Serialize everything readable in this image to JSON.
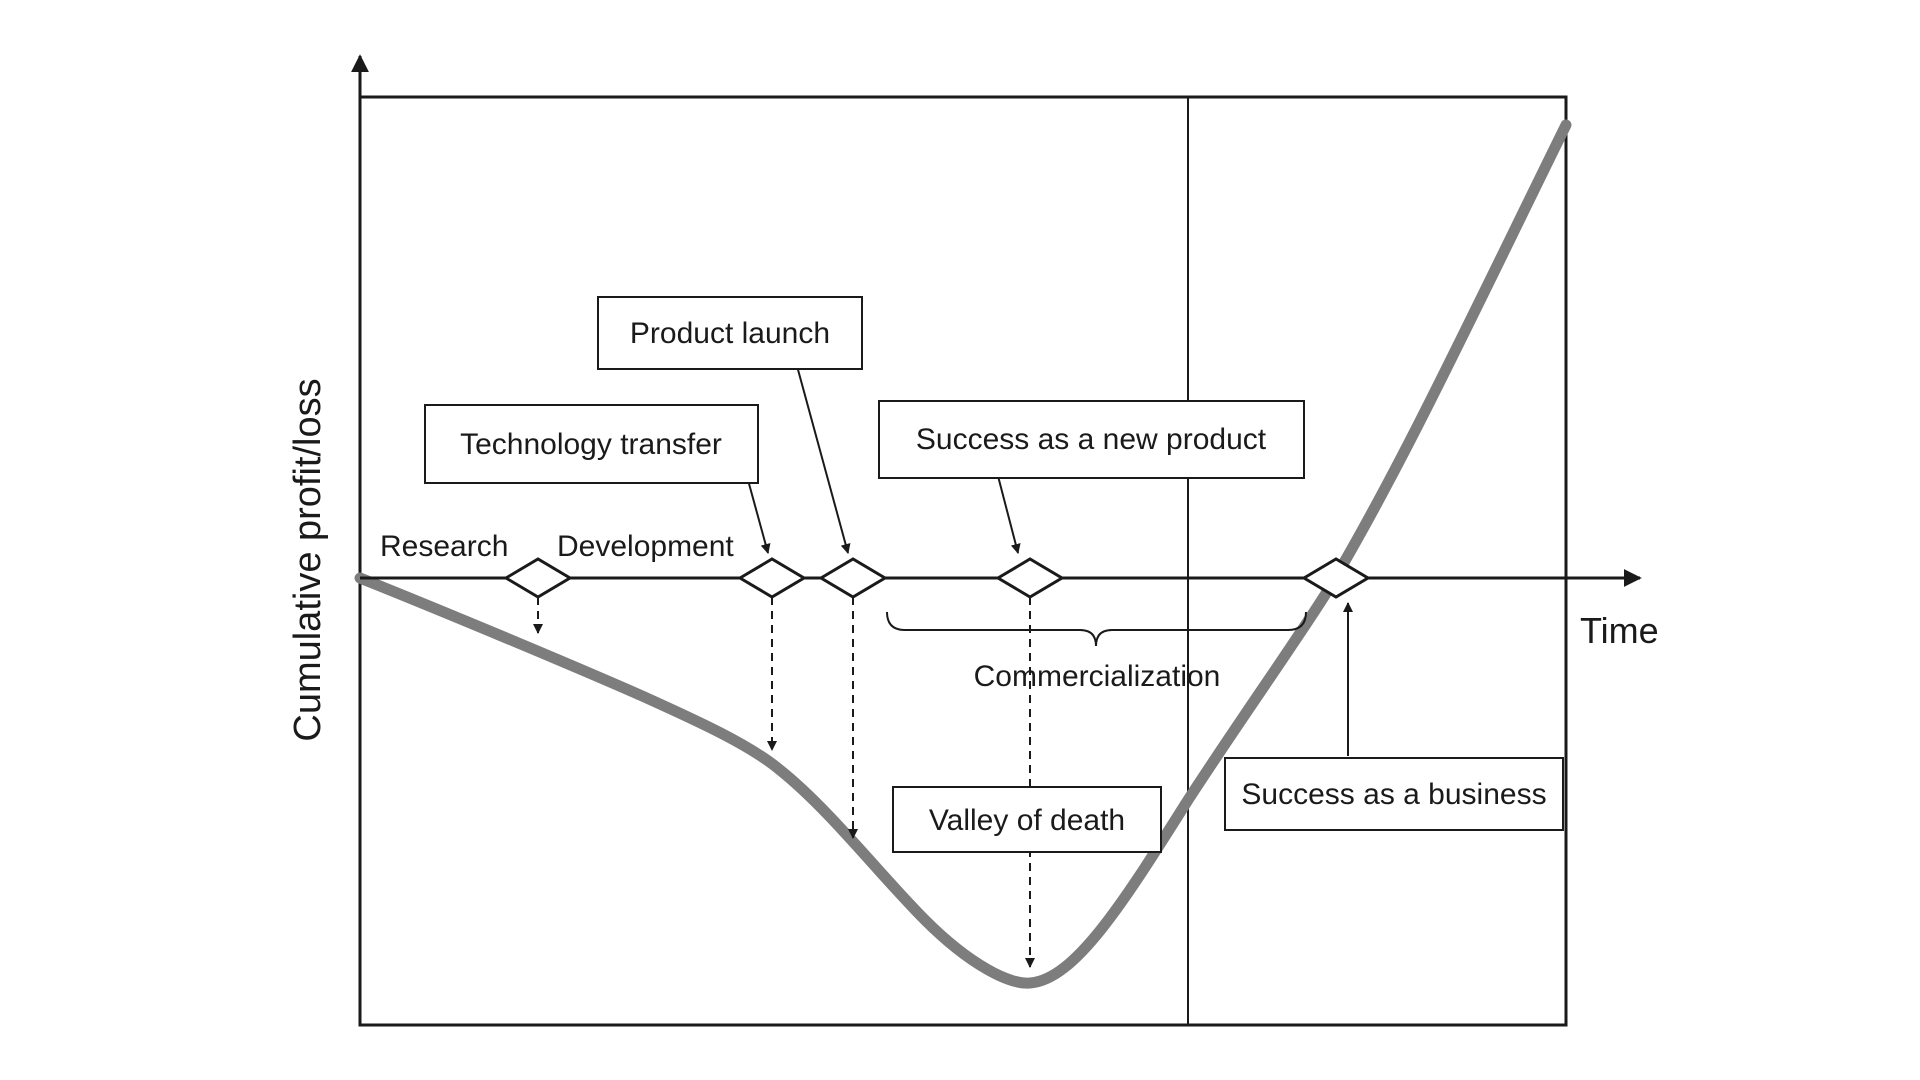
{
  "diagram": {
    "y_axis_label": "Cumulative profit/loss",
    "x_axis_label": "Time",
    "phases": {
      "research": "Research",
      "development": "Development"
    },
    "callouts": {
      "product_launch": "Product launch",
      "technology_transfer": "Technology transfer",
      "success_new_product": "Success as a new product",
      "commercialization": "Commercialization",
      "valley_of_death": "Valley of death",
      "success_business": "Success as a business"
    },
    "colors": {
      "curve": "#7d7d7d",
      "lines": "#1a1a1a",
      "background": "#ffffff"
    }
  }
}
